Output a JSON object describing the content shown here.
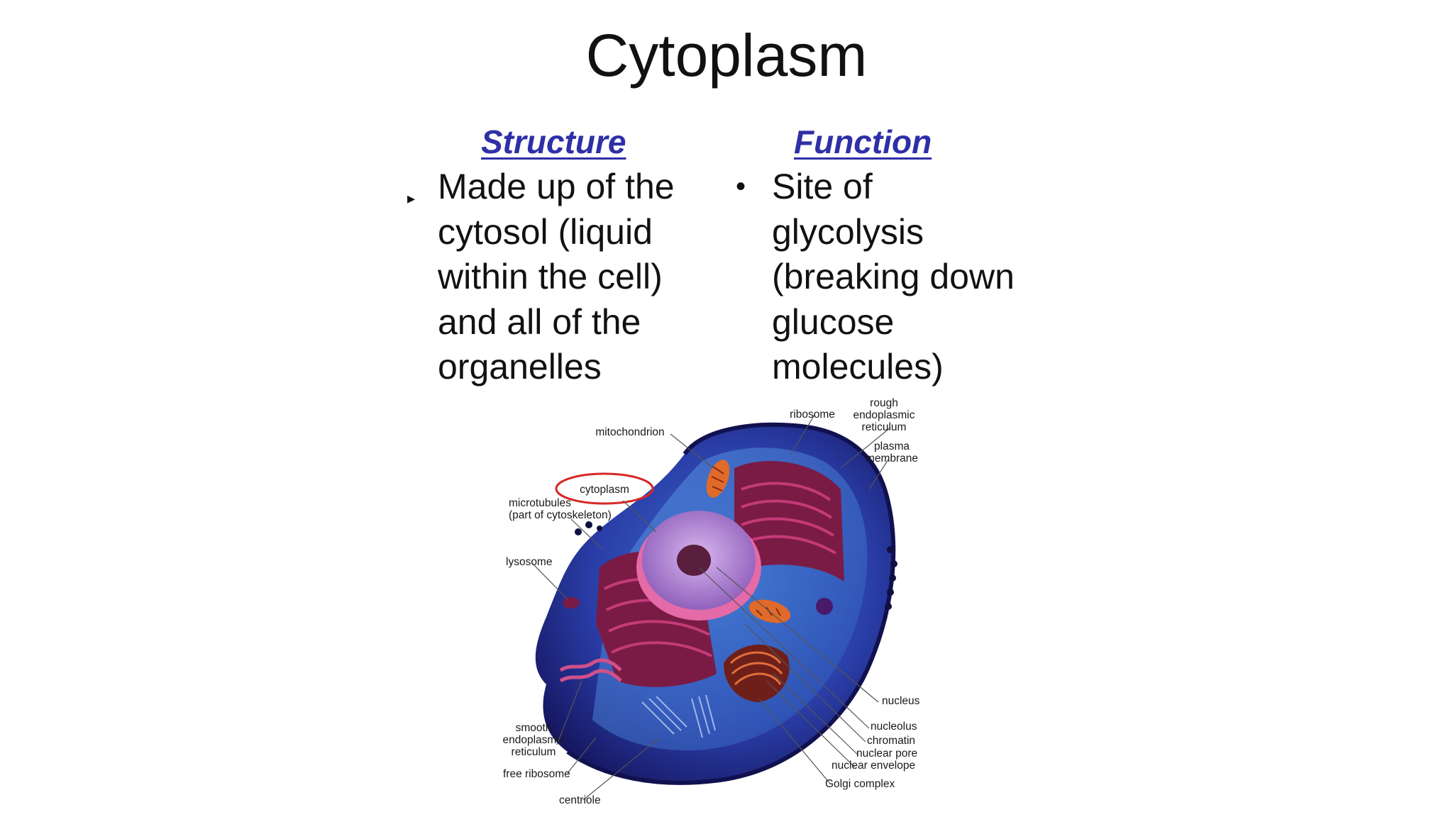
{
  "slide": {
    "title": "Cytoplasm"
  },
  "structure": {
    "heading": "Structure",
    "lines": [
      "Made up of the",
      "cytosol (liquid",
      "within the cell)",
      "and all of the",
      "organelles"
    ]
  },
  "function": {
    "heading": "Function",
    "lines": [
      "Site of",
      "glycolysis",
      "(breaking down",
      "glucose",
      "molecules)"
    ]
  },
  "diagram": {
    "labels": {
      "rough_1": "rough",
      "rough_2": "endoplasmic",
      "rough_3": "reticulum",
      "ribosome": "ribosome",
      "mitochondrion": "mitochondrion",
      "plasma_1": "plasma",
      "plasma_2": "membrane",
      "cytoplasm": "cytoplasm",
      "microtubules_1": "microtubules",
      "microtubules_2": "(part of cytoskeleton)",
      "lysosome": "lysosome",
      "nucleus": "nucleus",
      "nucleolus": "nucleolus",
      "chromatin": "chromatin",
      "nuclear_pore": "nuclear pore",
      "nuclear_envelope": "nuclear envelope",
      "golgi": "Golgi complex",
      "smooth_1": "smooth",
      "smooth_2": "endoplasmic",
      "smooth_3": "reticulum",
      "free_ribosome": "free ribosome",
      "centriole": "centriole"
    }
  },
  "colors": {
    "heading": "#2f2fa8",
    "highlight_ring": "#d62828",
    "cell_dark": "#1c1c78",
    "cell_mid": "#2a4fb8",
    "nucleus": "#b389d6",
    "organelle": "#8a1f4e"
  }
}
